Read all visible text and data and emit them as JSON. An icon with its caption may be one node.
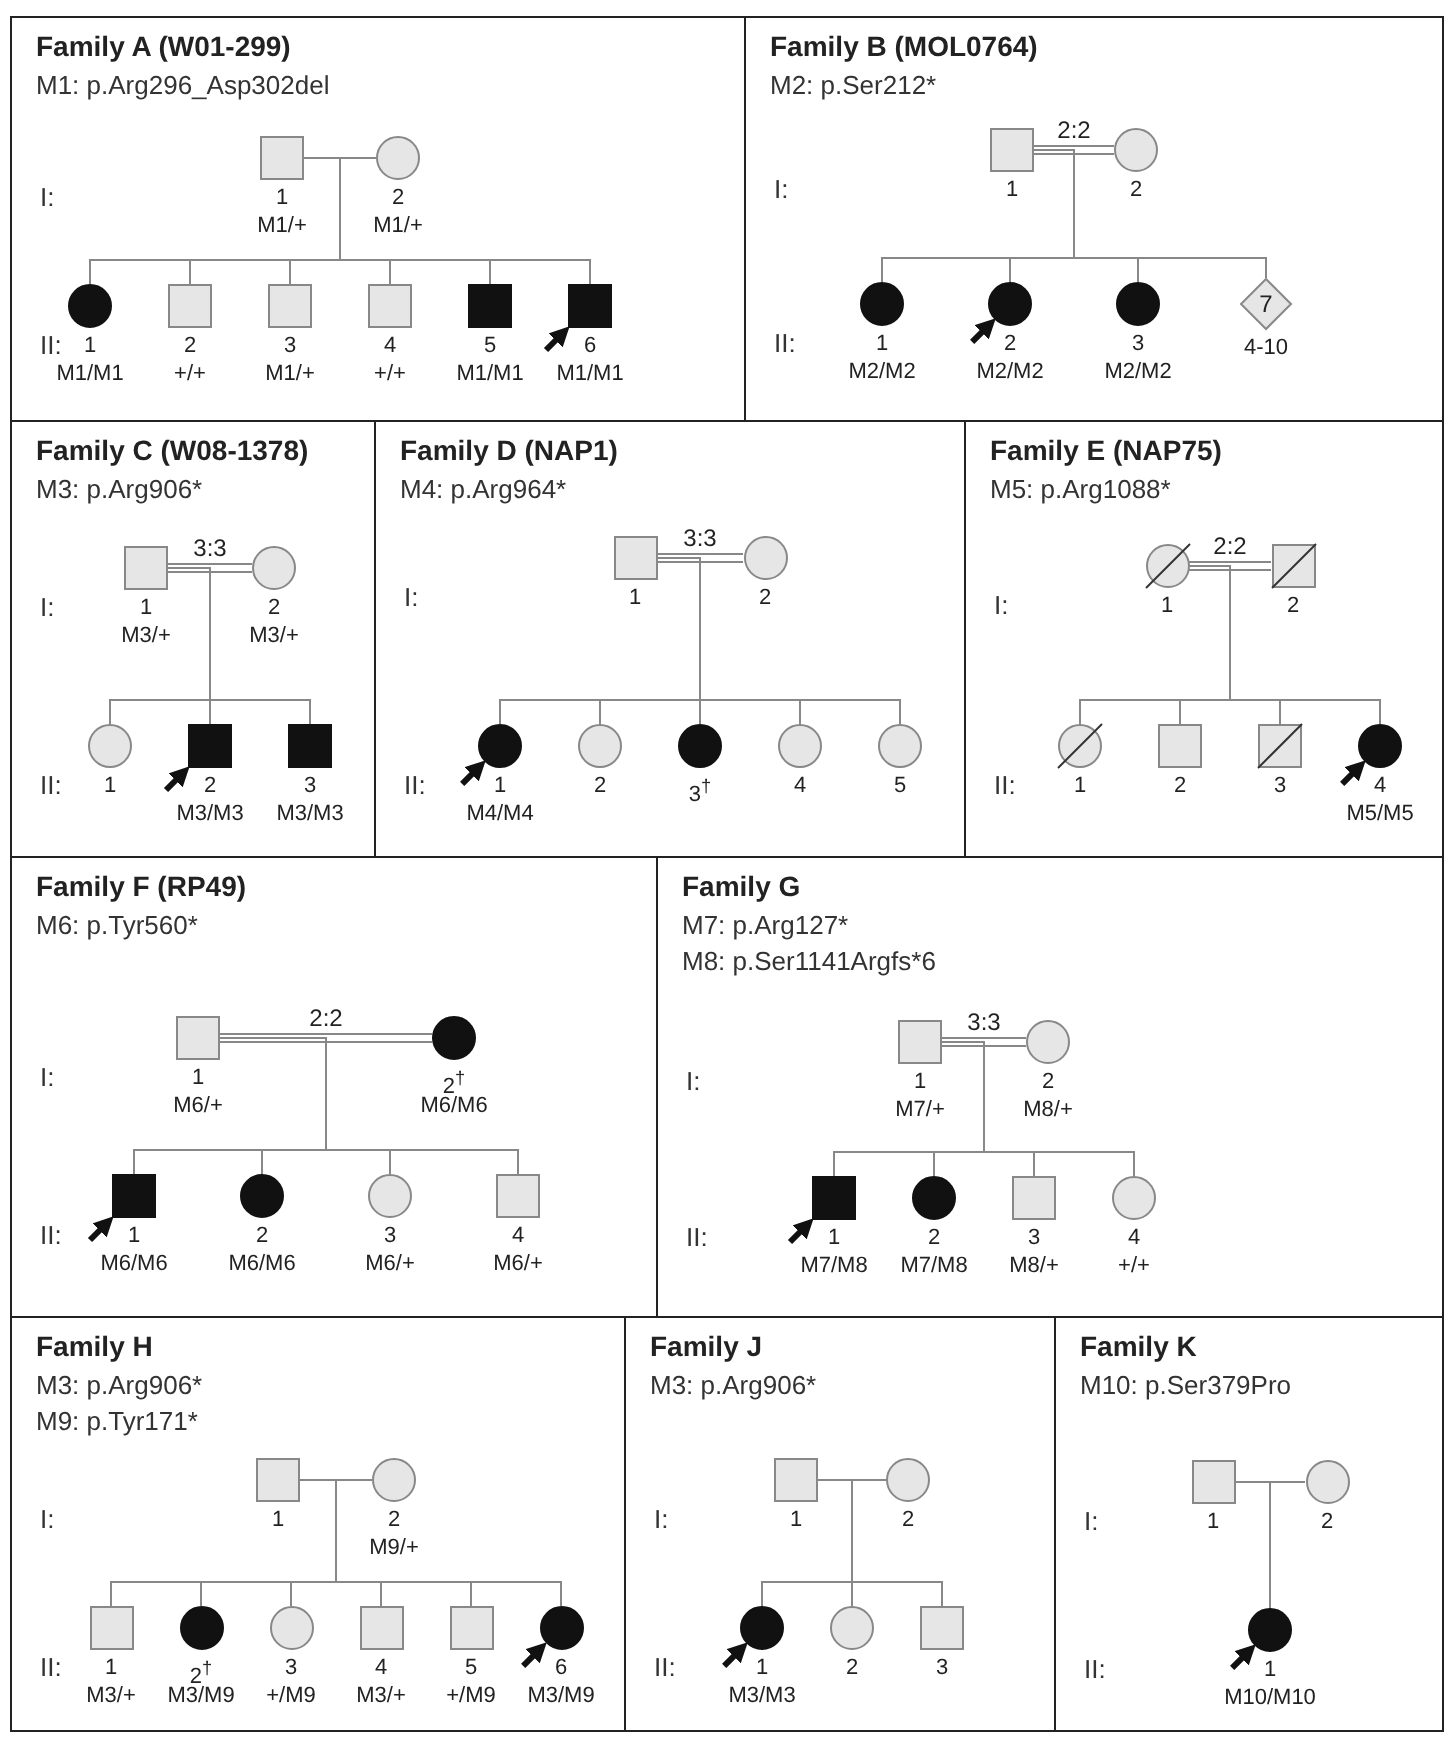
{
  "diagram": {
    "nodes": [
      {
        "text": [
          "Family A (W01-299)",
          "M1: p.Arg296_Asp302del"
        ]
      },
      {
        "text": [],
        "shape": "box",
        "in": 0,
        "beside": [
          "1",
          "M1/+"
        ]
      },
      {
        "text": [],
        "shape": "circle",
        "in": 0,
        "beside": [
          "2",
          "M1/+"
        ]
      },
      {
        "text": [],
        "shape": "circle",
        "in": 0,
        "beside": [
          "1",
          "M1/M1"
        ]
      },
      {
        "text": [],
        "shape": "box",
        "in": 0,
        "beside": [
          "2",
          "+/+"
        ]
      },
      {
        "text": [],
        "shape": "box",
        "in": 0,
        "beside": [
          "3",
          "M1/+"
        ]
      },
      {
        "text": [],
        "shape": "box",
        "in": 0,
        "beside": [
          "4",
          "+/+"
        ]
      },
      {
        "text": [],
        "shape": "box",
        "in": 0,
        "beside": [
          "5",
          "M1/M1"
        ]
      },
      {
        "text": [],
        "shape": "box",
        "in": 0,
        "beside": [
          "6",
          "M1/M1"
        ]
      },
      {
        "text": [
          "Family B (MOL0764)",
          "M2: p.Ser212*"
        ]
      },
      {
        "text": [],
        "shape": "box",
        "in": 9,
        "beside": [
          "1"
        ]
      },
      {
        "text": [],
        "shape": "circle",
        "in": 9,
        "beside": [
          "2"
        ]
      },
      {
        "text": [],
        "shape": "circle",
        "in": 9,
        "beside": [
          "1",
          "M2/M2"
        ]
      },
      {
        "text": [],
        "shape": "circle",
        "in": 9,
        "beside": [
          "2",
          "M2/M2"
        ]
      },
      {
        "text": [],
        "shape": "circle",
        "in": 9,
        "beside": [
          "3",
          "M2/M2"
        ]
      },
      {
        "text": [
          "7"
        ],
        "in": 9,
        "beside": [
          "4-10"
        ]
      },
      {
        "text": [
          "Family C (W08-1378)",
          "M3: p.Arg906*"
        ]
      },
      {
        "text": [],
        "shape": "box",
        "in": 16,
        "beside": [
          "1",
          "M3/+"
        ]
      },
      {
        "text": [],
        "shape": "circle",
        "in": 16,
        "beside": [
          "2",
          "M3/+"
        ]
      },
      {
        "text": [],
        "shape": "circle",
        "in": 16,
        "beside": [
          "1"
        ]
      },
      {
        "text": [],
        "shape": "box",
        "in": 16,
        "beside": [
          "2",
          "M3/M3"
        ]
      },
      {
        "text": [],
        "shape": "box",
        "in": 16,
        "beside": [
          "3",
          "M3/M3"
        ]
      },
      {
        "text": [
          "Family D (NAP1)",
          "M4: p.Arg964*"
        ]
      },
      {
        "text": [],
        "shape": "box",
        "in": 22,
        "beside": [
          "1"
        ]
      },
      {
        "text": [],
        "shape": "circle",
        "in": 22,
        "beside": [
          "2"
        ]
      },
      {
        "text": [],
        "shape": "circle",
        "in": 22,
        "beside": [
          "1",
          "M4/M4"
        ]
      },
      {
        "text": [],
        "shape": "circle",
        "in": 22,
        "beside": [
          "2"
        ]
      },
      {
        "text": [],
        "shape": "circle",
        "in": 22,
        "beside": [
          "3$^{†}$"
        ]
      },
      {
        "text": [],
        "shape": "circle",
        "in": 22,
        "beside": [
          "4"
        ]
      },
      {
        "text": [],
        "shape": "circle",
        "in": 22,
        "beside": [
          "5"
        ]
      },
      {
        "text": [
          "Family E (NAP75)",
          "M5: p.Arg1088*"
        ]
      },
      {
        "text": [],
        "shape": "circle",
        "in": 30,
        "beside": [
          "1"
        ]
      },
      {
        "text": [],
        "shape": "box",
        "in": 30,
        "beside": [
          "2"
        ]
      },
      {
        "text": [],
        "shape": "circle",
        "in": 30,
        "beside": [
          "1"
        ]
      },
      {
        "text": [],
        "shape": "box",
        "in": 30,
        "beside": [
          "2"
        ]
      },
      {
        "text": [],
        "shape": "box",
        "in": 30,
        "beside": [
          "3"
        ]
      },
      {
        "text": [],
        "shape": "circle",
        "in": 30,
        "beside": [
          "4",
          "M5/M5"
        ]
      },
      {
        "text": [
          "Family F (RP49)",
          "M6: p.Tyr560*"
        ]
      },
      {
        "text": [],
        "shape": "box",
        "in": 37,
        "beside": [
          "1",
          "M6/+"
        ]
      },
      {
        "text": [],
        "shape": "circle",
        "in": 37,
        "beside": [
          "2$^{†}$",
          "M6/M6"
        ]
      },
      {
        "text": [],
        "shape": "box",
        "in": 37,
        "beside": [
          "1",
          "M6/M6"
        ]
      },
      {
        "text": [],
        "shape": "circle",
        "in": 37,
        "beside": [
          "2",
          "M6/M6"
        ]
      },
      {
        "text": [],
        "shape": "circle",
        "in": 37,
        "beside": [
          "3",
          "M6/+"
        ]
      },
      {
        "text": [],
        "shape": "box",
        "in": 37,
        "beside": [
          "4",
          "M6/+"
        ]
      },
      {
        "text": [
          "Family G",
          "M7: p.Arg127*",
          "M8: p.Ser1141Argfs*6"
        ]
      },
      {
        "text": [],
        "shape": "box",
        "in": 44,
        "beside": [
          "1",
          "M7/+"
        ]
      },
      {
        "text": [],
        "shape": "circle",
        "in": 44,
        "beside": [
          "2",
          "M8/+"
        ]
      },
      {
        "text": [],
        "shape": "box",
        "in": 44,
        "beside": [
          "1",
          "M7/M8"
        ]
      },
      {
        "text": [],
        "shape": "circle",
        "in": 44,
        "beside": [
          "2",
          "M7/M8"
        ]
      },
      {
        "text": [],
        "shape": "box",
        "in": 44,
        "beside": [
          "3",
          "M8/+"
        ]
      },
      {
        "text": [],
        "shape": "circle",
        "in": 44,
        "beside": [
          "4",
          "+/+"
        ]
      },
      {
        "text": [
          "Family H",
          "M3: p.Arg906*",
          "M9: p.Tyr171*"
        ]
      },
      {
        "text": [],
        "shape": "box",
        "in": 51,
        "beside": [
          "1"
        ]
      },
      {
        "text": [],
        "shape": "circle",
        "in": 51,
        "beside": [
          "2",
          "M9/+"
        ]
      },
      {
        "text": [],
        "shape": "box",
        "in": 51,
        "beside": [
          "1",
          "M3/+"
        ]
      },
      {
        "text": [],
        "shape": "circle",
        "in": 51,
        "beside": [
          "2$^{†}$",
          "M3/M9"
        ]
      },
      {
        "text": [],
        "shape": "circle",
        "in": 51,
        "beside": [
          "3",
          "+/M9"
        ]
      },
      {
        "text": [],
        "shape": "box",
        "in": 51,
        "beside": [
          "4",
          "M3/+"
        ]
      },
      {
        "text": [],
        "shape": "box",
        "in": 51,
        "beside": [
          "5",
          "+/M9"
        ]
      },
      {
        "text": [],
        "shape": "circle",
        "in": 51,
        "beside": [
          "6",
          "M3/M9"
        ]
      },
      {
        "text": [
          "Family J",
          "M3: p.Arg906*"
        ]
      },
      {
        "text": [],
        "shape": "box",
        "in": 60,
        "beside": [
          "1"
        ]
      },
      {
        "text": [],
        "shape": "circle",
        "in": 60,
        "beside": [
          "2"
        ]
      },
      {
        "text": [],
        "shape": "circle",
        "in": 60,
        "beside": [
          "1",
          "M3/M3"
        ]
      },
      {
        "text": [],
        "shape": "circle",
        "in": 60,
        "beside": [
          "2"
        ]
      },
      {
        "text": [],
        "shape": "box",
        "in": 60,
        "beside": [
          "3"
        ]
      },
      {
        "text": [
          "Family K",
          "M10: p.Ser379Pro"
        ]
      },
      {
        "text": [],
        "shape": "box",
        "in": 66,
        "beside": [
          "1"
        ]
      },
      {
        "text": [],
        "shape": "circle",
        "in": 66,
        "beside": [
          "2"
        ]
      },
      {
        "text": [],
        "shape": "circle",
        "in": 66,
        "beside": [
          "1",
          "M10/M10"
        ]
      }
    ],
    "edges": [
      {
        "from": 1,
        "to": 2,
        "arrow": "none"
      },
      {
        "from": 1,
        "to": 3,
        "arrow": "none"
      },
      {
        "from": 1,
        "to": 4,
        "arrow": "none"
      },
      {
        "from": 1,
        "to": 5,
        "arrow": "none"
      },
      {
        "from": 1,
        "to": 6,
        "arrow": "none"
      },
      {
        "from": 1,
        "to": 7,
        "arrow": "none"
      },
      {
        "from": 1,
        "to": 8,
        "arrow": "none"
      },
      {
        "from": null,
        "to": 8,
        "arrow": "to",
        "style": "thick",
        "color": "#111111"
      },
      {
        "from": 10,
        "to": 11,
        "arrow": "none",
        "label": "2:2"
      },
      {
        "from": 10,
        "to": 12,
        "arrow": "none"
      },
      {
        "from": 10,
        "to": 13,
        "arrow": "none"
      },
      {
        "from": 10,
        "to": 14,
        "arrow": "none"
      },
      {
        "from": 10,
        "to": 15,
        "arrow": "none"
      },
      {
        "from": null,
        "to": 13,
        "arrow": "to",
        "style": "thick",
        "color": "#111111"
      },
      {
        "from": 17,
        "to": 18,
        "arrow": "none",
        "label": "3:3"
      },
      {
        "from": 17,
        "to": 19,
        "arrow": "none"
      },
      {
        "from": 17,
        "to": 20,
        "arrow": "none"
      },
      {
        "from": 17,
        "to": 21,
        "arrow": "none"
      },
      {
        "from": null,
        "to": 20,
        "arrow": "to",
        "style": "thick",
        "color": "#111111"
      },
      {
        "from": 23,
        "to": 24,
        "arrow": "none",
        "label": "3:3"
      },
      {
        "from": 23,
        "to": 25,
        "arrow": "none"
      },
      {
        "from": 23,
        "to": 26,
        "arrow": "none"
      },
      {
        "from": 23,
        "to": 27,
        "arrow": "none"
      },
      {
        "from": 23,
        "to": 28,
        "arrow": "none"
      },
      {
        "from": 23,
        "to": 29,
        "arrow": "none"
      },
      {
        "from": null,
        "to": 25,
        "arrow": "to",
        "style": "thick",
        "color": "#111111"
      },
      {
        "from": 31,
        "to": 32,
        "arrow": "none",
        "label": "2:2"
      },
      {
        "from": 31,
        "to": 33,
        "arrow": "none"
      },
      {
        "from": 31,
        "to": 34,
        "arrow": "none"
      },
      {
        "from": 31,
        "to": 35,
        "arrow": "none"
      },
      {
        "from": 31,
        "to": 36,
        "arrow": "none"
      },
      {
        "from": null,
        "to": 36,
        "arrow": "to",
        "style": "thick",
        "color": "#111111"
      },
      {
        "from": 38,
        "to": 39,
        "arrow": "none",
        "label": "2:2"
      },
      {
        "from": 38,
        "to": 40,
        "arrow": "none"
      },
      {
        "from": 38,
        "to": 41,
        "arrow": "none"
      },
      {
        "from": 38,
        "to": 42,
        "arrow": "none"
      },
      {
        "from": 38,
        "to": 43,
        "arrow": "none"
      },
      {
        "from": null,
        "to": 40,
        "arrow": "to",
        "style": "thick",
        "color": "#111111"
      },
      {
        "from": 45,
        "to": 46,
        "arrow": "none",
        "label": "3:3"
      },
      {
        "from": 45,
        "to": 47,
        "arrow": "none"
      },
      {
        "from": 45,
        "to": 48,
        "arrow": "none"
      },
      {
        "from": 45,
        "to": 49,
        "arrow": "none"
      },
      {
        "from": 45,
        "to": 50,
        "arrow": "none"
      },
      {
        "from": null,
        "to": 47,
        "arrow": "to",
        "style": "thick",
        "color": "#111111"
      },
      {
        "from": 52,
        "to": 53,
        "arrow": "none"
      },
      {
        "from": 52,
        "to": 54,
        "arrow": "none"
      },
      {
        "from": 52,
        "to": 55,
        "arrow": "none"
      },
      {
        "from": 52,
        "to": 56,
        "arrow": "none"
      },
      {
        "from": 52,
        "to": 57,
        "arrow": "none"
      },
      {
        "from": 52,
        "to": 58,
        "arrow": "none"
      },
      {
        "from": 52,
        "to": 59,
        "arrow": "none"
      },
      {
        "from": null,
        "to": 59,
        "arrow": "to",
        "style": "thick",
        "color": "#111111"
      },
      {
        "from": 61,
        "to": 62,
        "arrow": "none"
      },
      {
        "from": 61,
        "to": 63,
        "arrow": "none"
      },
      {
        "from": 61,
        "to": 64,
        "arrow": "none"
      },
      {
        "from": 61,
        "to": 65,
        "arrow": "none"
      },
      {
        "from": null,
        "to": 63,
        "arrow": "to",
        "style": "thick",
        "color": "#111111"
      },
      {
        "from": 67,
        "to": 68,
        "arrow": "none"
      },
      {
        "from": 67,
        "to": 69,
        "arrow": "none"
      },
      {
        "from": null,
        "to": 69,
        "arrow": "to",
        "style": "thick",
        "color": "#111111"
      }
    ],
    "labels": [
      "I:",
      "II:",
      "I:",
      "II:",
      "I:",
      "II:",
      "I:",
      "II:",
      "I:",
      "II:",
      "I:",
      "II:",
      "I:",
      "II:",
      "I:",
      "II:",
      "I:",
      "II:",
      "I:",
      "II:"
    ]
  }
}
